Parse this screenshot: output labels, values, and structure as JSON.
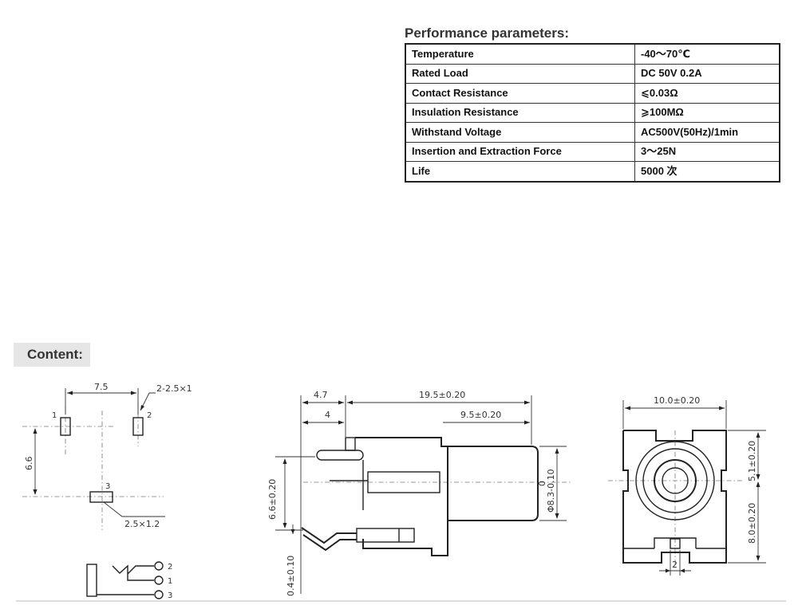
{
  "performance": {
    "title": "Performance parameters:",
    "rows": [
      {
        "param": "Temperature",
        "value": "-40～70℃"
      },
      {
        "param": "Rated Load",
        "value": "DC 50V 0.2A"
      },
      {
        "param": "Contact Resistance",
        "value": "⩽0.03Ω"
      },
      {
        "param": "Insulation Resistance",
        "value": "⩾100MΩ"
      },
      {
        "param": "Withstand Voltage",
        "value": "AC500V(50Hz)/1min"
      },
      {
        "param": "Insertion and Extraction Force",
        "value": "3～25N"
      },
      {
        "param": " Life",
        "value": "5000 次"
      }
    ]
  },
  "content": {
    "title": "Content:"
  },
  "footprint": {
    "dim_spacing": "7.5",
    "dim_slot": "2-2.5×1",
    "dim_height": "6.6",
    "dim_slot3": "2.5×1.2",
    "pin_labels": [
      "1",
      "2",
      "3"
    ]
  },
  "schematic": {
    "pin_labels": [
      "2",
      "1",
      "3"
    ]
  },
  "side_view": {
    "dim_4_7": "4.7",
    "dim_19_5": "19.5±0.20",
    "dim_4": "4",
    "dim_9_5": "9.5±0.20",
    "dim_6_6": "6.6±0.20",
    "dim_0_4": "0.4±0.10",
    "dim_phi_main": "Φ8.3-0.10",
    "dim_phi_upper": "0"
  },
  "front_view": {
    "dim_width": "10.0±0.20",
    "dim_5_1": "5.1±0.20",
    "dim_8_0": "8.0±0.20",
    "dim_2": "2"
  }
}
